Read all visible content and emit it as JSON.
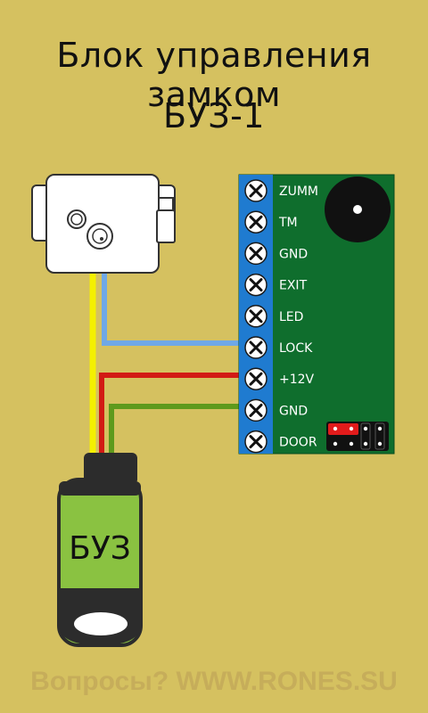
{
  "title": {
    "line1": "Блок управления замком",
    "line2": "БУЗ-1"
  },
  "board": {
    "terminals": [
      "ZUMM",
      "TM",
      "GND",
      "EXIT",
      "LED",
      "LOCK",
      "+12V",
      "GND",
      "DOOR"
    ]
  },
  "device": {
    "label": "БУЗ"
  },
  "wires": {
    "lock_color": "#6fa8e6",
    "power_color": "#d21a14",
    "ground_color": "#5e9a1c",
    "yellow_color": "#f4f000"
  },
  "colors": {
    "background": "#d5c160",
    "board": "#0f6e2d",
    "terminal_block": "#1f7bd0",
    "buzzer": "#111111",
    "device_body": "#8ac241"
  },
  "footer": {
    "text": "Вопросы? WWW.RONES.SU"
  }
}
